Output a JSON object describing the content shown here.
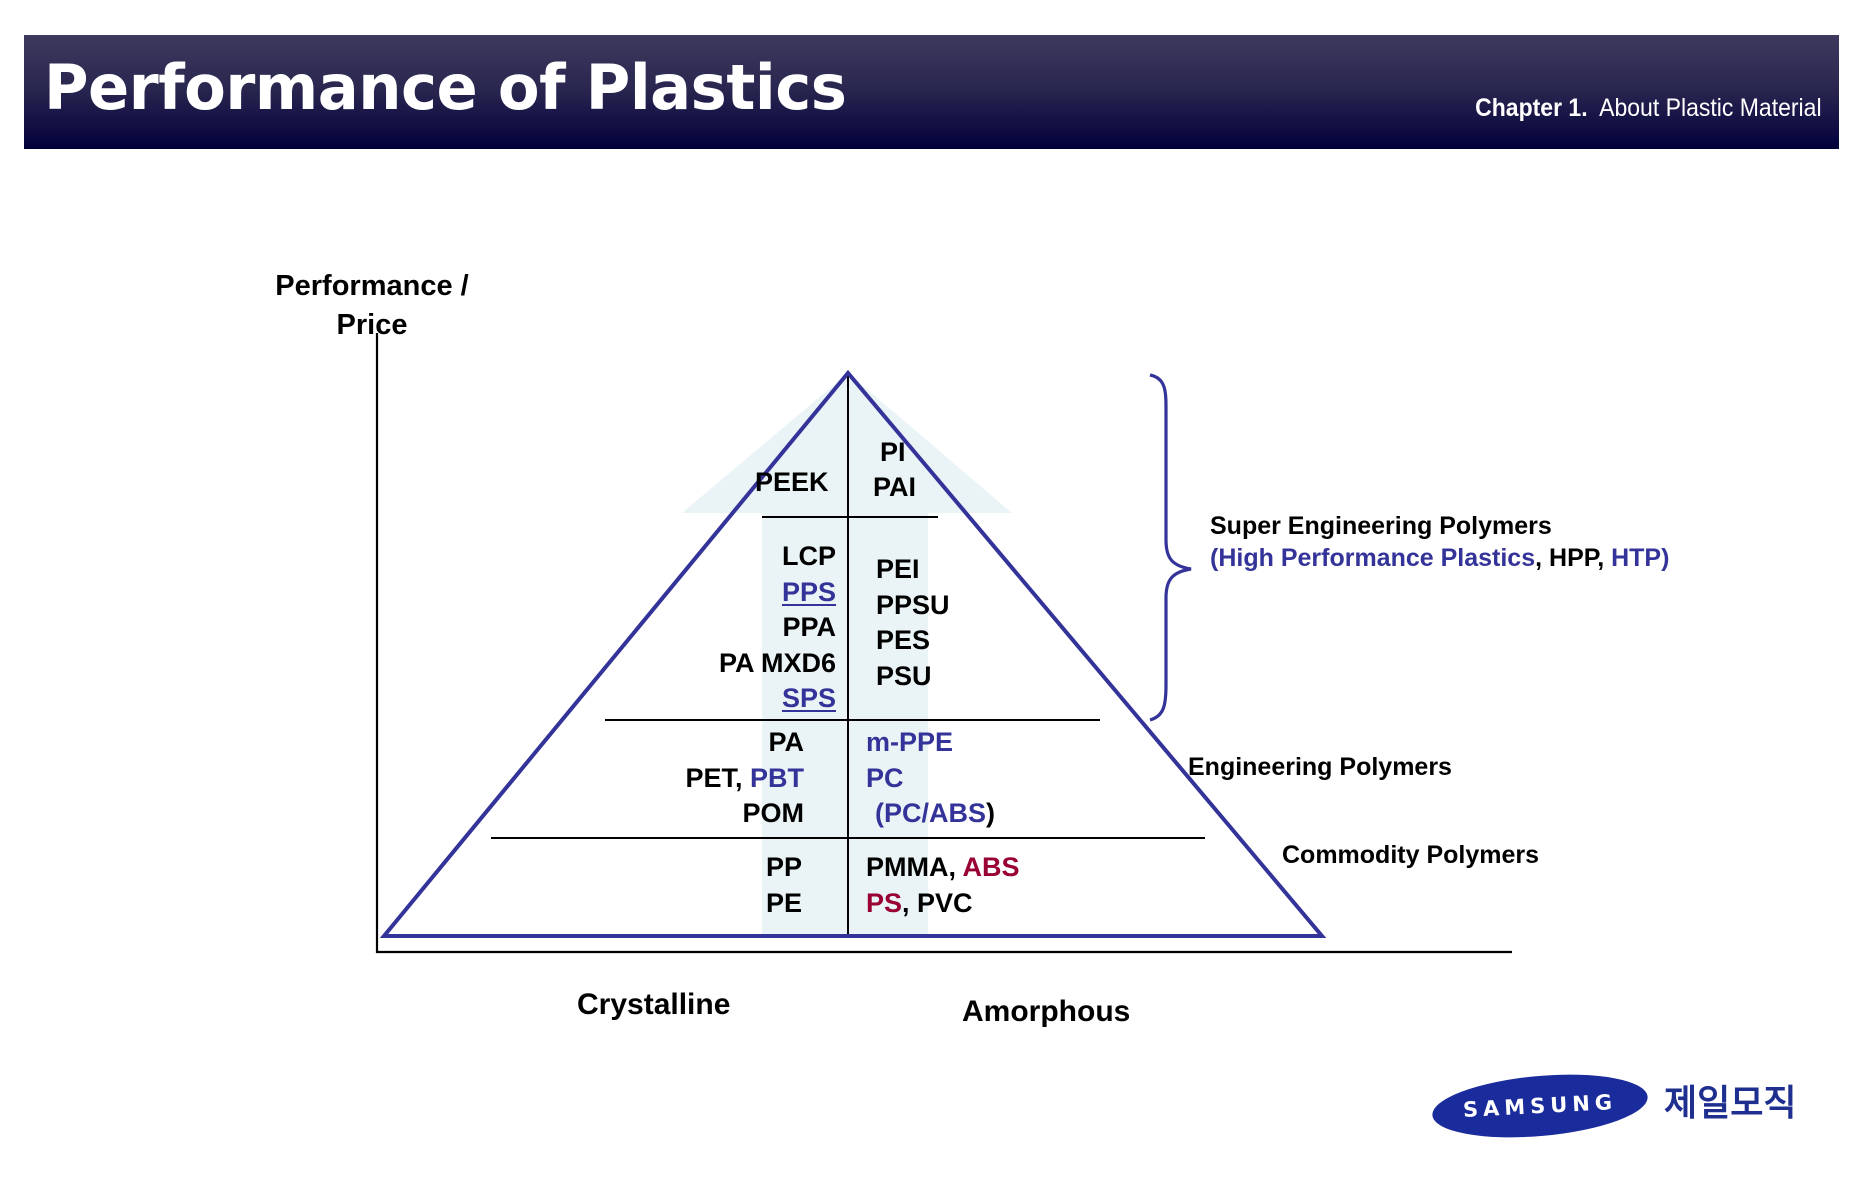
{
  "header": {
    "title": "Performance of Plastics",
    "chapter_label": "Chapter 1.",
    "chapter_title": "About Plastic Material"
  },
  "axes": {
    "y_label_line1": "Performance /",
    "y_label_line2": "Price",
    "x_left_label": "Crystalline",
    "x_right_label": "Amorphous"
  },
  "colors": {
    "pyramid_outline": "#333399",
    "arrow_fill": "#eaf3f6",
    "accent_blue": "#333399",
    "accent_red": "#990033",
    "header_top": "#3e3a5e",
    "header_bottom": "#000038",
    "samsung_blue": "#1a2b9c"
  },
  "pyramid": {
    "top": {
      "crystalline": [
        {
          "text": "PEEK",
          "color": "black"
        }
      ],
      "amorphous": [
        {
          "text": "PI",
          "color": "black"
        },
        {
          "text": "PAI",
          "color": "black"
        }
      ]
    },
    "super": {
      "crystalline": [
        {
          "text": "LCP",
          "color": "black"
        },
        {
          "text": "PPS",
          "color": "blue",
          "underline": true
        },
        {
          "text": "PPA",
          "color": "black"
        },
        {
          "text": "PA MXD6",
          "color": "black"
        },
        {
          "text": "SPS",
          "color": "blue",
          "underline": true
        }
      ],
      "amorphous": [
        {
          "text": "PEI",
          "color": "black"
        },
        {
          "text": "PPSU",
          "color": "black"
        },
        {
          "text": "PES",
          "color": "black"
        },
        {
          "text": "PSU",
          "color": "black"
        }
      ]
    },
    "engineering": {
      "crystalline": {
        "line1": "PA",
        "line2_black": "PET,",
        "line2_blue": "PBT",
        "line3": "POM"
      },
      "amorphous": {
        "line1": "m-PPE",
        "line2": "PC",
        "line3_blue": "(PC/ABS",
        "line3_black": ")"
      }
    },
    "commodity": {
      "crystalline": {
        "line1": "PP",
        "line2": "PE"
      },
      "amorphous": {
        "line1_black": "PMMA,",
        "line1_red": "ABS",
        "line2_red": "PS",
        "line2_black": ", PVC"
      }
    }
  },
  "tiers": {
    "super_title": "Super Engineering Polymers",
    "super_sub_open_blue": "(High Performance Plastics",
    "super_sub_black": ", HPP, ",
    "super_sub_close_blue": "HTP)",
    "engineering": "Engineering Polymers",
    "commodity": "Commodity Polymers"
  },
  "logo": {
    "brand": "SAMSUNG",
    "korean": "제일모직"
  }
}
